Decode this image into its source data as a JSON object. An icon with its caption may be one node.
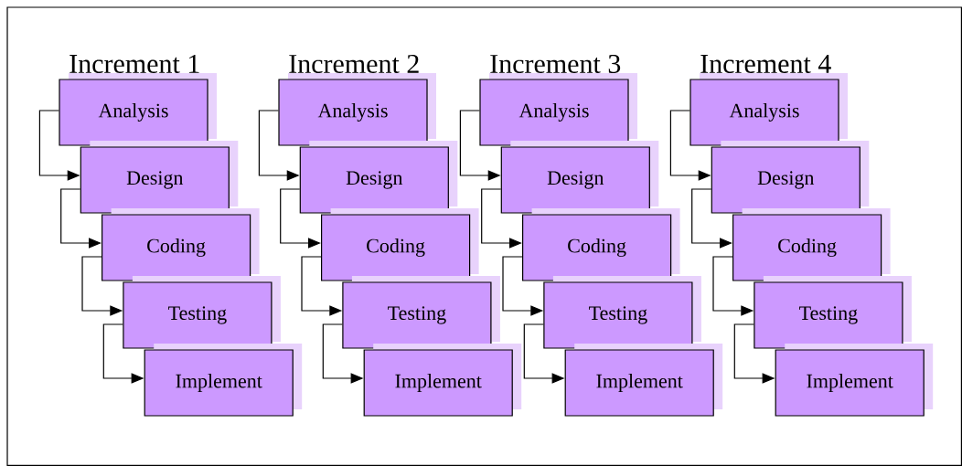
{
  "diagram": {
    "nodes": [
      {
        "text": [
          "Analysis"
        ]
      },
      {
        "text": [
          "Design"
        ]
      },
      {
        "text": [
          "Coding"
        ]
      },
      {
        "text": [
          "Testing"
        ]
      },
      {
        "text": [
          "Implement"
        ]
      },
      {
        "text": [
          "Analysis"
        ]
      },
      {
        "text": [
          "Design"
        ]
      },
      {
        "text": [
          "Coding"
        ]
      },
      {
        "text": [
          "Testing"
        ]
      },
      {
        "text": [
          "Implement"
        ]
      },
      {
        "text": [
          "Analysis"
        ]
      },
      {
        "text": [
          "Design"
        ]
      },
      {
        "text": [
          "Coding"
        ]
      },
      {
        "text": [
          "Testing"
        ]
      },
      {
        "text": [
          "Implement"
        ]
      },
      {
        "text": [
          "Analysis"
        ]
      },
      {
        "text": [
          "Design"
        ]
      },
      {
        "text": [
          "Coding"
        ]
      },
      {
        "text": [
          "Testing"
        ]
      },
      {
        "text": [
          "Implement"
        ]
      }
    ],
    "edges": [
      {
        "from": 0,
        "to": 1,
        "arrow": "to"
      },
      {
        "from": 1,
        "to": 2,
        "arrow": "to"
      },
      {
        "from": 2,
        "to": 3,
        "arrow": "to"
      },
      {
        "from": 3,
        "to": 4,
        "arrow": "to"
      },
      {
        "from": 5,
        "to": 6,
        "arrow": "to"
      },
      {
        "from": 6,
        "to": 7,
        "arrow": "to"
      },
      {
        "from": 7,
        "to": 8,
        "arrow": "to"
      },
      {
        "from": 8,
        "to": 9,
        "arrow": "to"
      },
      {
        "from": 10,
        "to": 11,
        "arrow": "to"
      },
      {
        "from": 11,
        "to": 12,
        "arrow": "to"
      },
      {
        "from": 12,
        "to": 13,
        "arrow": "to"
      },
      {
        "from": 13,
        "to": 14,
        "arrow": "to"
      },
      {
        "from": 15,
        "to": 16,
        "arrow": "to"
      },
      {
        "from": 16,
        "to": 17,
        "arrow": "to"
      },
      {
        "from": 17,
        "to": 18,
        "arrow": "to"
      },
      {
        "from": 18,
        "to": 19,
        "arrow": "to"
      }
    ],
    "labels": [
      "Increment 1",
      "Increment 2",
      "Increment 3",
      "Increment 4"
    ]
  }
}
